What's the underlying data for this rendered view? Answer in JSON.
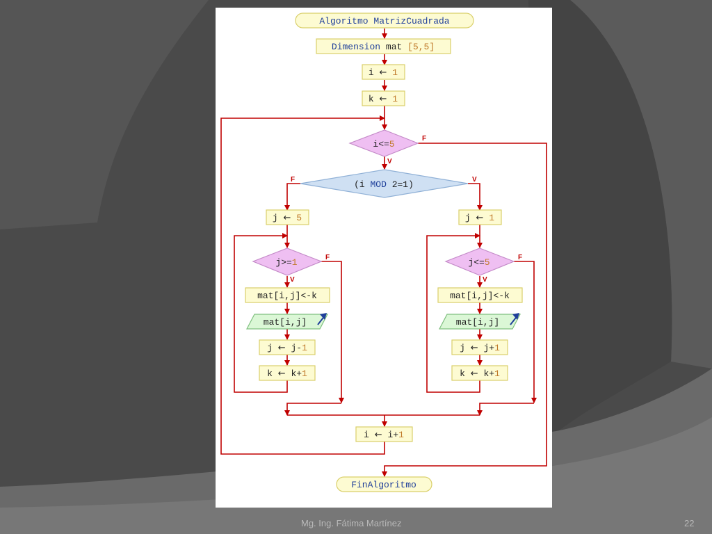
{
  "slide": {
    "author": "Mg. Ing. Fátima Martínez",
    "page_number": "22"
  },
  "flowchart": {
    "start": "Algoritmo MatrizCuadrada",
    "dimension": {
      "kw": "Dimension",
      "name": "mat",
      "args": "[5,5]"
    },
    "init_i": {
      "var": "i",
      "val": "1"
    },
    "init_k": {
      "var": "k",
      "val": "1"
    },
    "cond_i": {
      "lhs": "i",
      "op": "<=",
      "rhs": "5"
    },
    "cond_mod": {
      "pre": "(i ",
      "kw": "MOD",
      "post": " 2=1)"
    },
    "left": {
      "init_j": {
        "var": "j",
        "val": "5"
      },
      "cond": {
        "lhs": "j",
        "op": ">=",
        "rhs": "1"
      },
      "assign": "mat[i,j]<-k",
      "output": "mat[i,j]",
      "step_j": {
        "var": "j",
        "expr": "j",
        "op": "-",
        "num": "1"
      },
      "step_k": {
        "var": "k",
        "expr": "k",
        "op": "+",
        "num": "1"
      }
    },
    "right": {
      "init_j": {
        "var": "j",
        "val": "1"
      },
      "cond": {
        "lhs": "j",
        "op": "<=",
        "rhs": "5"
      },
      "assign": "mat[i,j]<-k",
      "output": "mat[i,j]",
      "step_j": {
        "var": "j",
        "expr": "j",
        "op": "+",
        "num": "1"
      },
      "step_k": {
        "var": "k",
        "expr": "k",
        "op": "+",
        "num": "1"
      }
    },
    "inc_i": {
      "var": "i",
      "expr": "i",
      "op": "+",
      "num": "1"
    },
    "end": "FinAlgoritmo",
    "labels": {
      "true": "V",
      "false": "F"
    },
    "arrow": "←"
  },
  "colors": {
    "line": "#c00000",
    "box_fill": "#fdfbd2",
    "box_stroke": "#d9cf6a",
    "decision_fill": "#efbff2",
    "decision_stroke": "#c48ac8",
    "mod_fill": "#cfe0f3",
    "mod_stroke": "#8fb0d6",
    "io_fill": "#dbf7d6",
    "io_stroke": "#7fbf7f",
    "text_blue": "#1f3f9a",
    "text_black": "#222222",
    "number": "#c07a2a"
  }
}
